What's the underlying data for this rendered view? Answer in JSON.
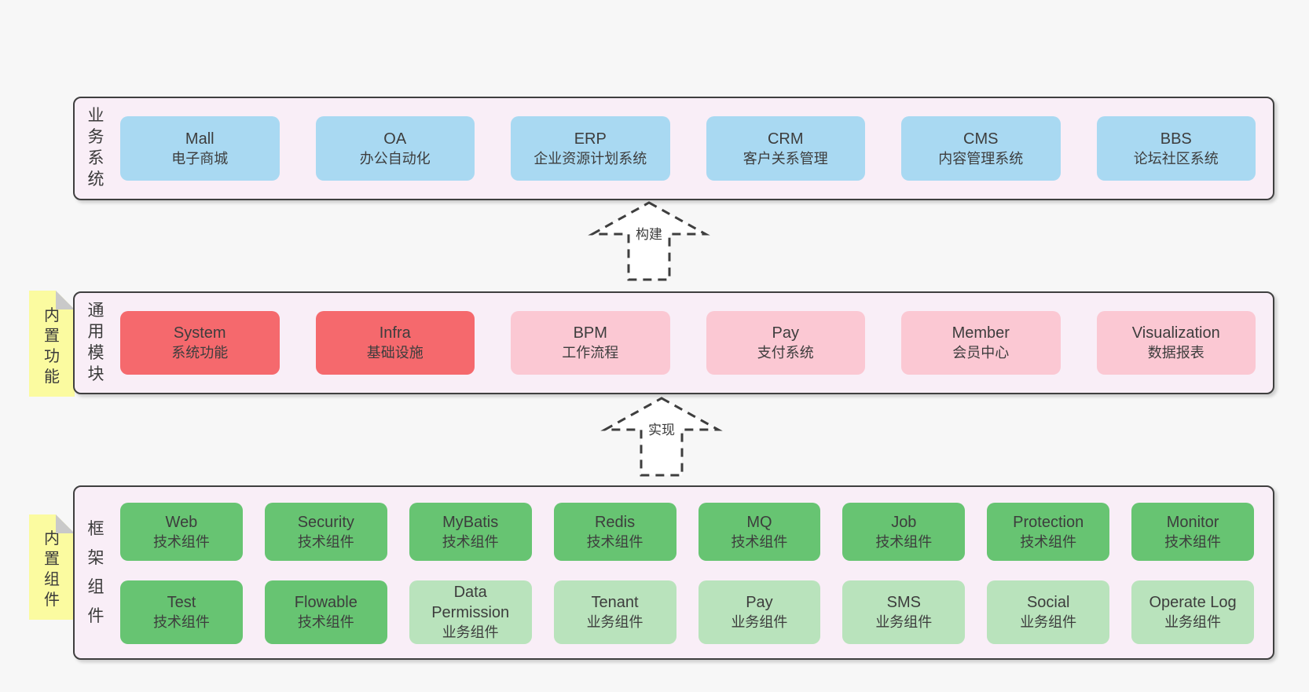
{
  "diagram": {
    "arrows": [
      {
        "label": "构建"
      },
      {
        "label": "实现"
      }
    ],
    "bands": [
      {
        "label": "业务系统",
        "boxes": [
          {
            "en": "Mall",
            "zh": "电子商城"
          },
          {
            "en": "OA",
            "zh": "办公自动化"
          },
          {
            "en": "ERP",
            "zh": "企业资源计划系统"
          },
          {
            "en": "CRM",
            "zh": "客户关系管理"
          },
          {
            "en": "CMS",
            "zh": "内容管理系统"
          },
          {
            "en": "BBS",
            "zh": "论坛社区系统"
          }
        ]
      },
      {
        "label": "通用模块",
        "sticky": "内置功能",
        "boxes": [
          {
            "en": "System",
            "zh": "系统功能"
          },
          {
            "en": "Infra",
            "zh": "基础设施"
          },
          {
            "en": "BPM",
            "zh": "工作流程"
          },
          {
            "en": "Pay",
            "zh": "支付系统"
          },
          {
            "en": "Member",
            "zh": "会员中心"
          },
          {
            "en": "Visualization",
            "zh": "数据报表"
          }
        ]
      },
      {
        "label": "框架组件",
        "sticky": "内置组件",
        "rows": [
          [
            {
              "en": "Web",
              "zh": "技术组件"
            },
            {
              "en": "Security",
              "zh": "技术组件"
            },
            {
              "en": "MyBatis",
              "zh": "技术组件"
            },
            {
              "en": "Redis",
              "zh": "技术组件"
            },
            {
              "en": "MQ",
              "zh": "技术组件"
            },
            {
              "en": "Job",
              "zh": "技术组件"
            },
            {
              "en": "Protection",
              "zh": "技术组件"
            },
            {
              "en": "Monitor",
              "zh": "技术组件"
            }
          ],
          [
            {
              "en": "Test",
              "zh": "技术组件"
            },
            {
              "en": "Flowable",
              "zh": "技术组件"
            },
            {
              "en": "Data Permission",
              "zh": "业务组件"
            },
            {
              "en": "Tenant",
              "zh": "业务组件"
            },
            {
              "en": "Pay",
              "zh": "业务组件"
            },
            {
              "en": "SMS",
              "zh": "业务组件"
            },
            {
              "en": "Social",
              "zh": "业务组件"
            },
            {
              "en": "Operate Log",
              "zh": "业务组件"
            }
          ]
        ]
      }
    ],
    "colors": {
      "page_bg": "#f7f7f7",
      "band_bg": "#f9eef7",
      "band_border": "#3f3f3f",
      "business_box": "#a9d9f2",
      "core_module_box": "#f5696d",
      "optional_module_box": "#fbc8d3",
      "tech_component_box": "#67c472",
      "biz_component_box": "#b9e3bc",
      "sticky_note": "#fbfba0",
      "text": "#3d3d3d"
    }
  }
}
